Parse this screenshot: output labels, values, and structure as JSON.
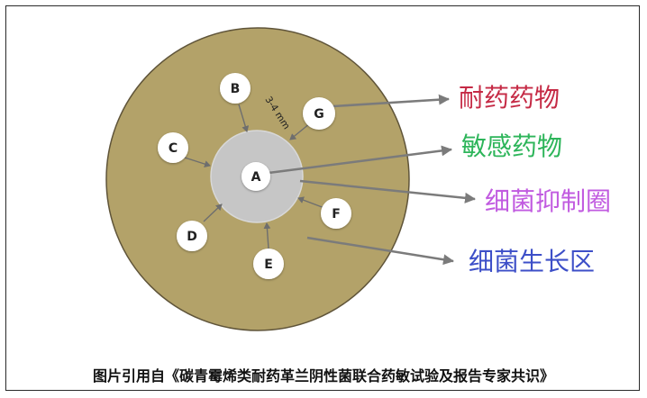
{
  "diagram": {
    "inner_label": "A",
    "spoke_labels": [
      "B",
      "C",
      "D",
      "E",
      "F",
      "G"
    ],
    "distance_label": "3-4 mm",
    "callouts": [
      {
        "text": "耐药药物",
        "color": "#c52a45"
      },
      {
        "text": "敏感药物",
        "color": "#2db55a"
      },
      {
        "text": "细菌抑制圈",
        "color": "#c15be0"
      },
      {
        "text": "细菌生长区",
        "color": "#3d4fc8"
      }
    ],
    "colors": {
      "plate": "#b3a269",
      "plate_edge": "#5f5439",
      "inhibition_zone": "#c6c6c6",
      "disk": "#ffffff",
      "arrow": "#7b7b7b"
    }
  },
  "caption": "图片引用自《碳青霉烯类耐药革兰阴性菌联合药敏试验及报告专家共识》"
}
